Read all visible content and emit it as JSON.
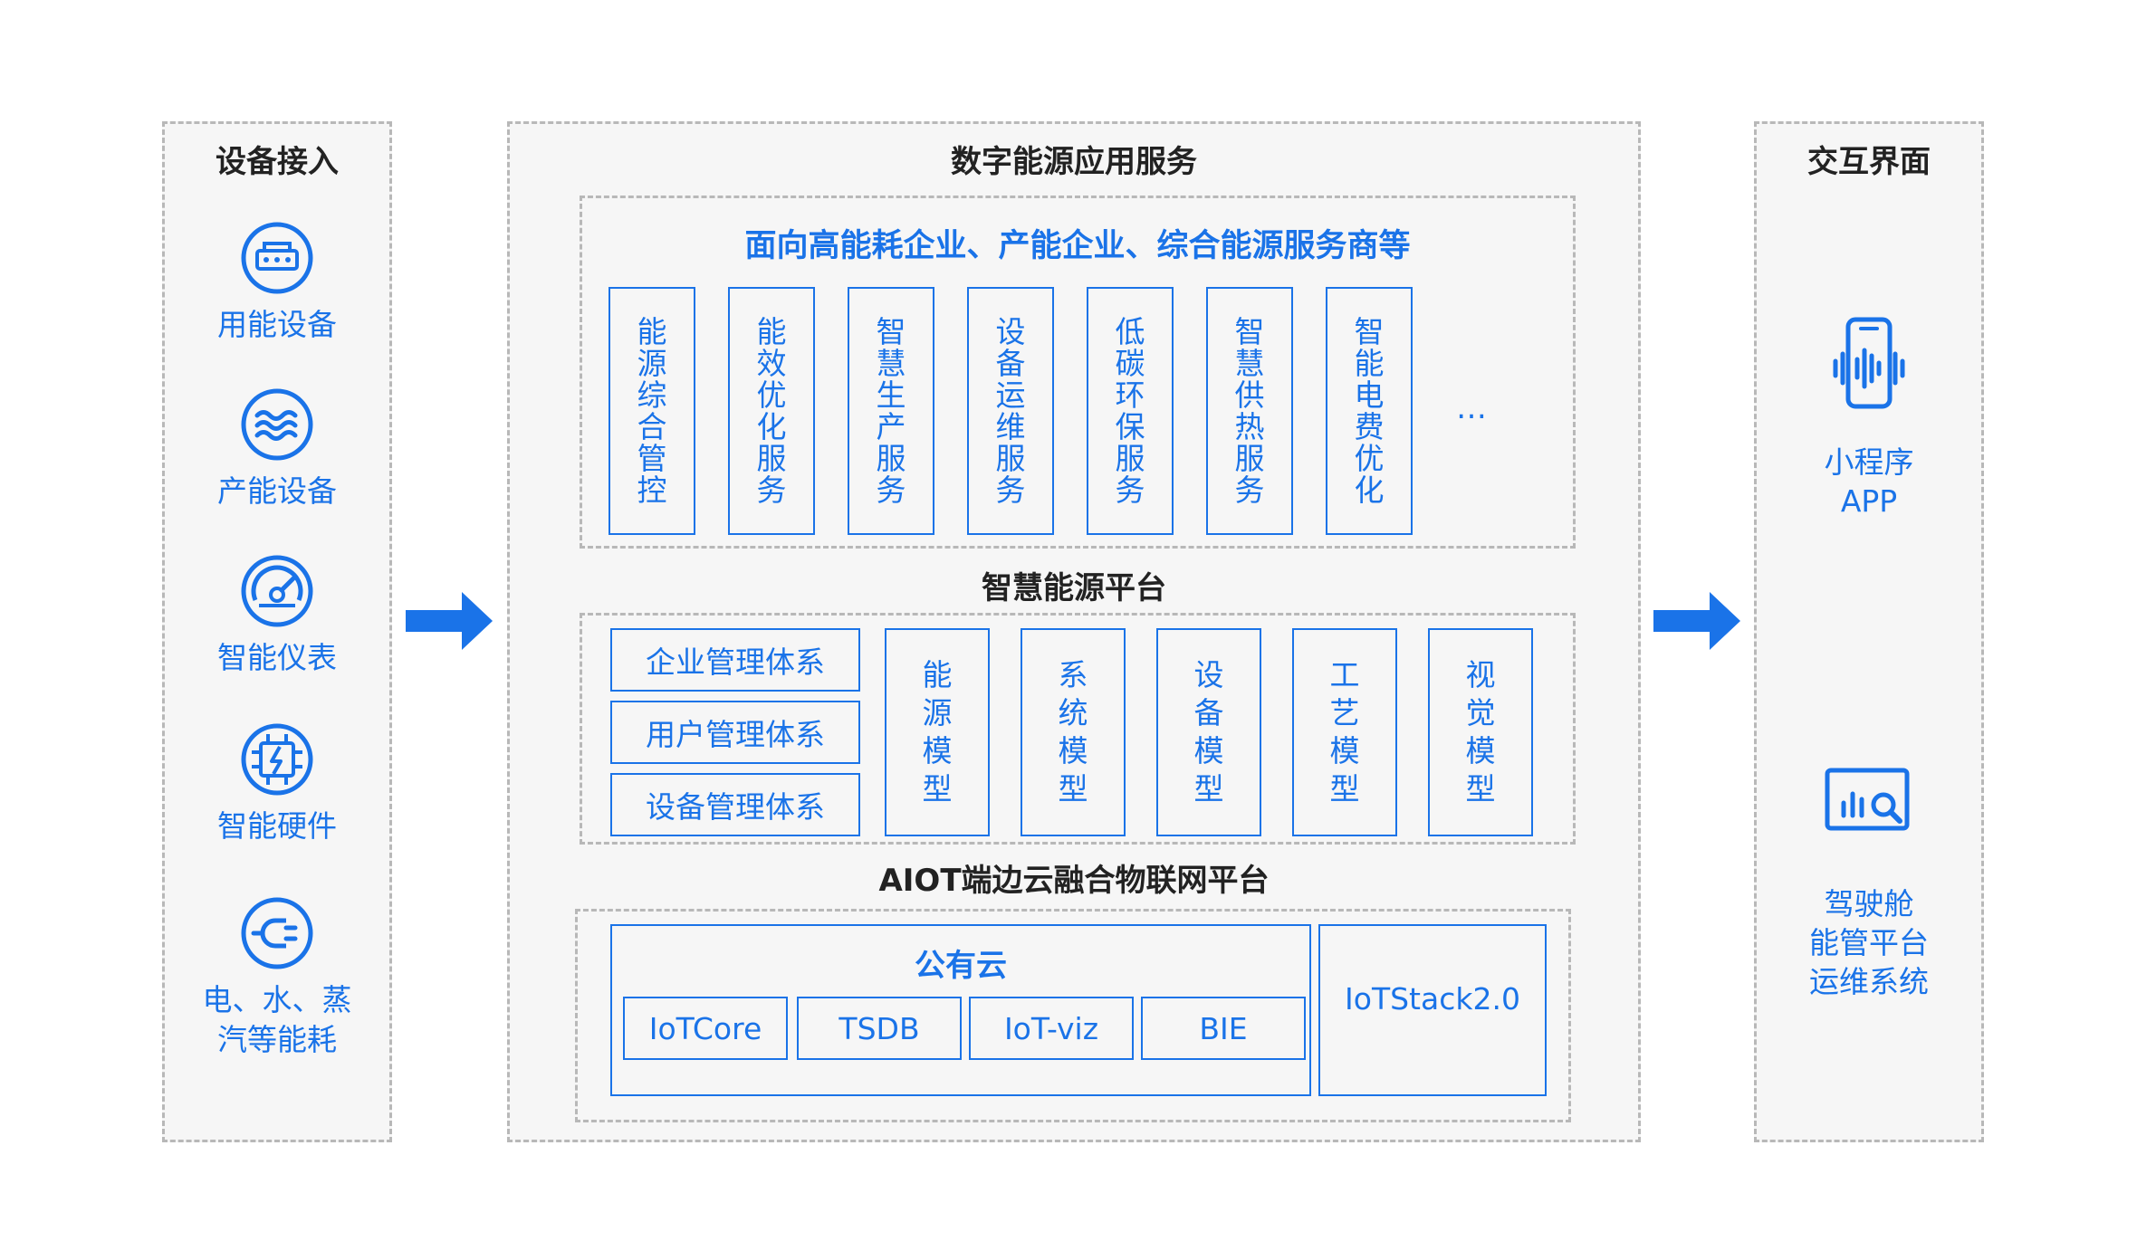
{
  "left": {
    "title": "设备接入",
    "items": [
      {
        "label": "用能设备",
        "icon": "device-meter-icon"
      },
      {
        "label": "产能设备",
        "icon": "waves-icon"
      },
      {
        "label": "智能仪表",
        "icon": "gauge-icon"
      },
      {
        "label": "智能硬件",
        "icon": "chip-icon"
      },
      {
        "label_line1": "电、水、蒸",
        "label_line2": "汽等能耗",
        "icon": "plug-icon"
      }
    ]
  },
  "middle": {
    "title": "数字能源应用服务",
    "services": {
      "subtitle": "面向高能耗企业、产能企业、综合能源服务商等",
      "items": [
        "能源综合管控",
        "能效优化服务",
        "智慧生产服务",
        "设备运维服务",
        "低碳环保服务",
        "智慧供热服务",
        "智能电费优化"
      ],
      "more": "…"
    },
    "platform": {
      "title": "智慧能源平台",
      "systems": [
        "企业管理体系",
        "用户管理体系",
        "设备管理体系"
      ],
      "models": [
        "能源模型",
        "系统模型",
        "设备模型",
        "工艺模型",
        "视觉模型"
      ]
    },
    "aiot": {
      "title": "AIOT端边云融合物联网平台",
      "public_cloud": {
        "title": "公有云",
        "items": [
          "IoTCore",
          "TSDB",
          "IoT-viz",
          "BIE"
        ]
      },
      "iotstack": "IoTStack2.0"
    }
  },
  "right": {
    "title": "交互界面",
    "items": [
      {
        "line1": "小程序",
        "line2": "APP",
        "icon": "mobile-chart-icon"
      },
      {
        "line1": "驾驶舱",
        "line2": "能管平台",
        "line3": "运维系统",
        "icon": "dashboard-search-icon"
      }
    ]
  },
  "colors": {
    "accent": "#1a73e8",
    "border": "#b8b8b8",
    "panel_bg": "#f6f6f6"
  }
}
